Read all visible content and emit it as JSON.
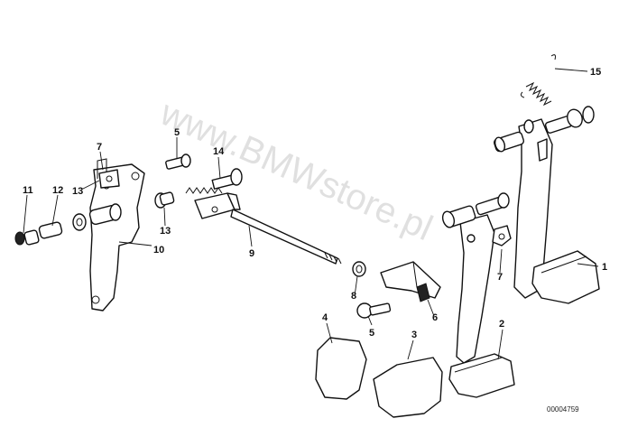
{
  "watermark": "www.BMWstore.pl",
  "reference_number": "00004759",
  "callouts": {
    "c1": "1",
    "c2": "2",
    "c3": "3",
    "c4": "4",
    "c5a": "5",
    "c5b": "5",
    "c6": "6",
    "c7a": "7",
    "c7b": "7",
    "c8": "8",
    "c9": "9",
    "c10": "10",
    "c11": "11",
    "c12": "12",
    "c13a": "13",
    "c13b": "13",
    "c14": "14",
    "c15": "15"
  }
}
